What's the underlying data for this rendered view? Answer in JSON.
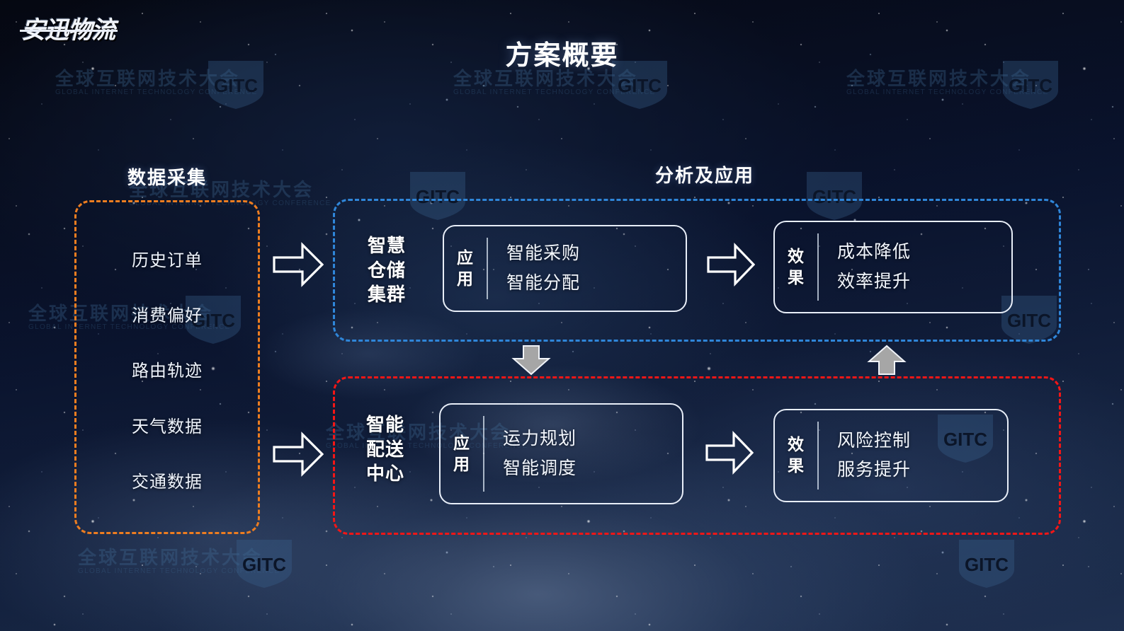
{
  "slide": {
    "logo_text": "安迅物流",
    "title": "方案概要"
  },
  "watermark": {
    "cn": "全球互联网技术大会",
    "en": "GLOBAL INTERNET TECHNOLOGY CONFERENCE",
    "shield_label": "GITC"
  },
  "sections": {
    "collect": {
      "heading": "数据采集",
      "border_color": "#ed7d20",
      "items": [
        "历史订单",
        "消费偏好",
        "路由轨迹",
        "天气数据",
        "交通数据"
      ]
    },
    "analysis": {
      "heading": "分析及应用",
      "rows": [
        {
          "border_color": "#2f86d9",
          "label": "智慧\n仓储\n集群",
          "label_lines": [
            "智慧",
            "仓储",
            "集群"
          ],
          "application": {
            "tag": "应用",
            "items": [
              "智能采购",
              "智能分配"
            ]
          },
          "effect": {
            "tag": "效果",
            "items": [
              "成本降低",
              "效率提升"
            ]
          }
        },
        {
          "border_color": "#f41616",
          "label": "智能\n配送\n中心",
          "label_lines": [
            "智能",
            "配送",
            "中心"
          ],
          "application": {
            "tag": "应用",
            "items": [
              "运力规划",
              "智能调度"
            ]
          },
          "effect": {
            "tag": "效果",
            "items": [
              "风险控制",
              "服务提升"
            ]
          }
        }
      ]
    }
  },
  "arrows": {
    "feed_top": "arrow-right-outline",
    "feed_bottom": "arrow-right-outline",
    "app_to_effect_top": "arrow-right-outline",
    "app_to_effect_bottom": "arrow-right-outline",
    "top_to_bottom": "arrow-down-solid",
    "bottom_to_top": "arrow-up-solid"
  },
  "colors": {
    "accent_orange": "#ed7d20",
    "accent_blue": "#2f86d9",
    "accent_red": "#f41616",
    "text": "#ffffff",
    "arrow_gray": "#a6a6a6"
  }
}
